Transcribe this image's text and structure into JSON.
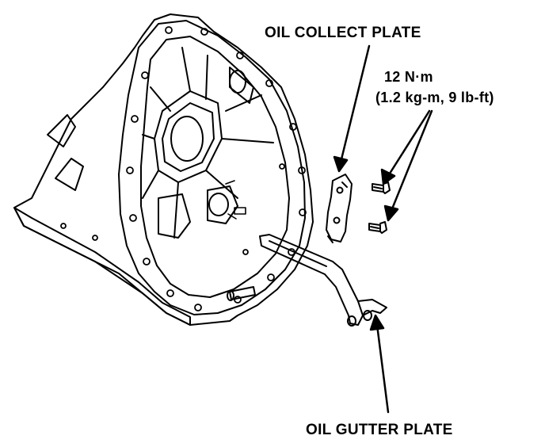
{
  "labels": {
    "oil_collect_plate": "OIL COLLECT PLATE",
    "torque_metric": "12 N·m",
    "torque_imperial": "(1.2 kg-m, 9 lb-ft)",
    "oil_gutter_plate": "OIL GUTTER PLATE"
  },
  "colors": {
    "ink": "#000000",
    "paper": "#ffffff"
  }
}
